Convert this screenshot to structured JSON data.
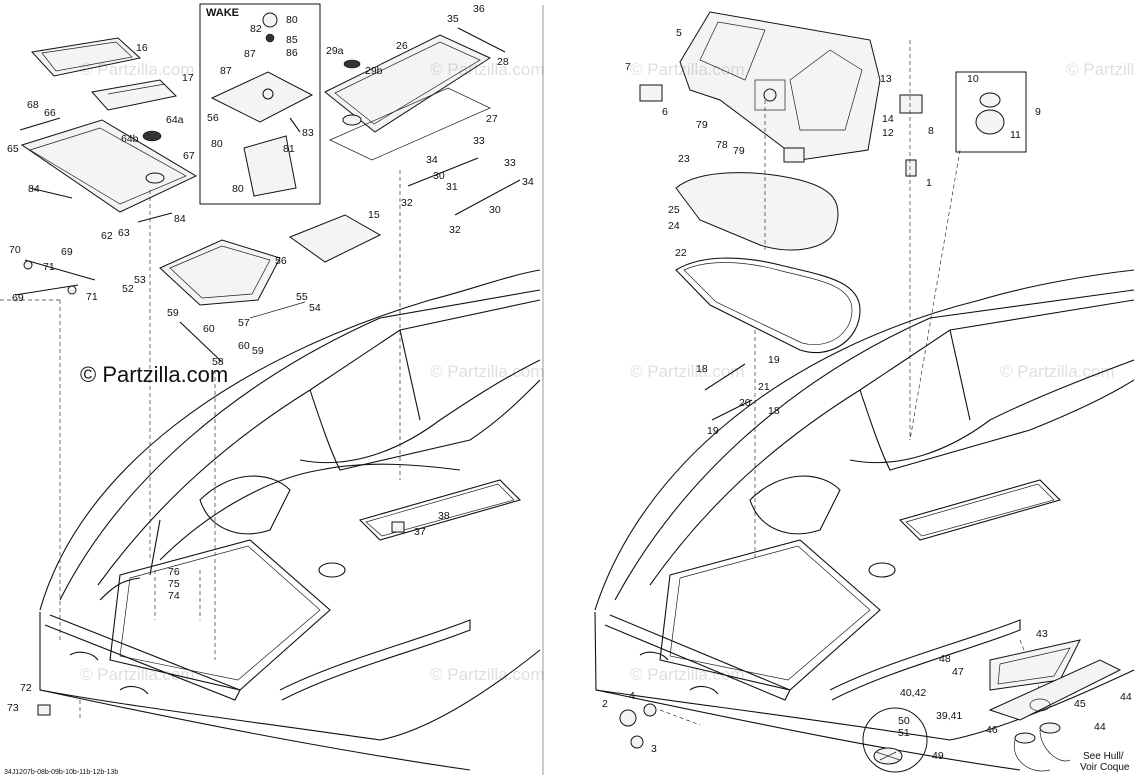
{
  "watermark_main": "© Partzilla.com",
  "watermark_faint": "© Partzilla.com",
  "wake_label": "WAKE",
  "ref_code": "34J1207b-08b-09b-10b-11b-12b-13b",
  "see_hull_note_line1": "See Hull/",
  "see_hull_note_line2": "Voir Coque",
  "callouts": {
    "c36": "36",
    "c35": "35",
    "c26": "26",
    "c28": "28",
    "c29a": "29a",
    "c29b": "29b",
    "c27": "27",
    "c33a": "33",
    "c33b": "33",
    "c34a": "34",
    "c34b": "34",
    "c30a": "30",
    "c31": "31",
    "c32a": "32",
    "c30b": "30",
    "c32b": "32",
    "c80a": "80",
    "c82": "82",
    "c85": "85",
    "c87a": "87",
    "c86": "86",
    "c87b": "87",
    "c56a": "56",
    "c83": "83",
    "c80b": "80",
    "c81": "81",
    "c80c": "80",
    "c16": "16",
    "c17": "17",
    "c68": "68",
    "c66": "66",
    "c65": "65",
    "c64a": "64a",
    "c64b": "64b",
    "c67": "67",
    "c84a": "84",
    "c84b": "84",
    "c62": "62",
    "c63": "63",
    "c70": "70",
    "c69a": "69",
    "c71a": "71",
    "c69b": "69",
    "c71b": "71",
    "c15": "15",
    "c56b": "56",
    "c53": "53",
    "c52": "52",
    "c55": "55",
    "c57": "57",
    "c54": "54",
    "c59a": "59",
    "c60a": "60",
    "c60b": "60",
    "c59b": "59",
    "c58": "58",
    "c38": "38",
    "c37": "37",
    "c76": "76",
    "c75": "75",
    "c74": "74",
    "c72": "72",
    "c73": "73",
    "c5": "5",
    "c7": "7",
    "c6": "6",
    "c13": "13",
    "c10": "10",
    "c9": "9",
    "c14": "14",
    "c8": "8",
    "c12": "12",
    "c11": "11",
    "c79a": "79",
    "c78": "78",
    "c79b": "79",
    "c1": "1",
    "c23": "23",
    "c25": "25",
    "c24": "24",
    "c22": "22",
    "c18a": "18",
    "c19a": "19",
    "c21": "21",
    "c20": "20",
    "c19b": "19",
    "c18b": "18",
    "c43": "43",
    "c48": "48",
    "c47": "47",
    "c4042": "40,42",
    "c44a": "44",
    "c45": "45",
    "c3941": "39,41",
    "c44b": "44",
    "c46": "46",
    "c50": "50",
    "c51": "51",
    "c49": "49",
    "c4": "4",
    "c2": "2",
    "c3": "3"
  }
}
